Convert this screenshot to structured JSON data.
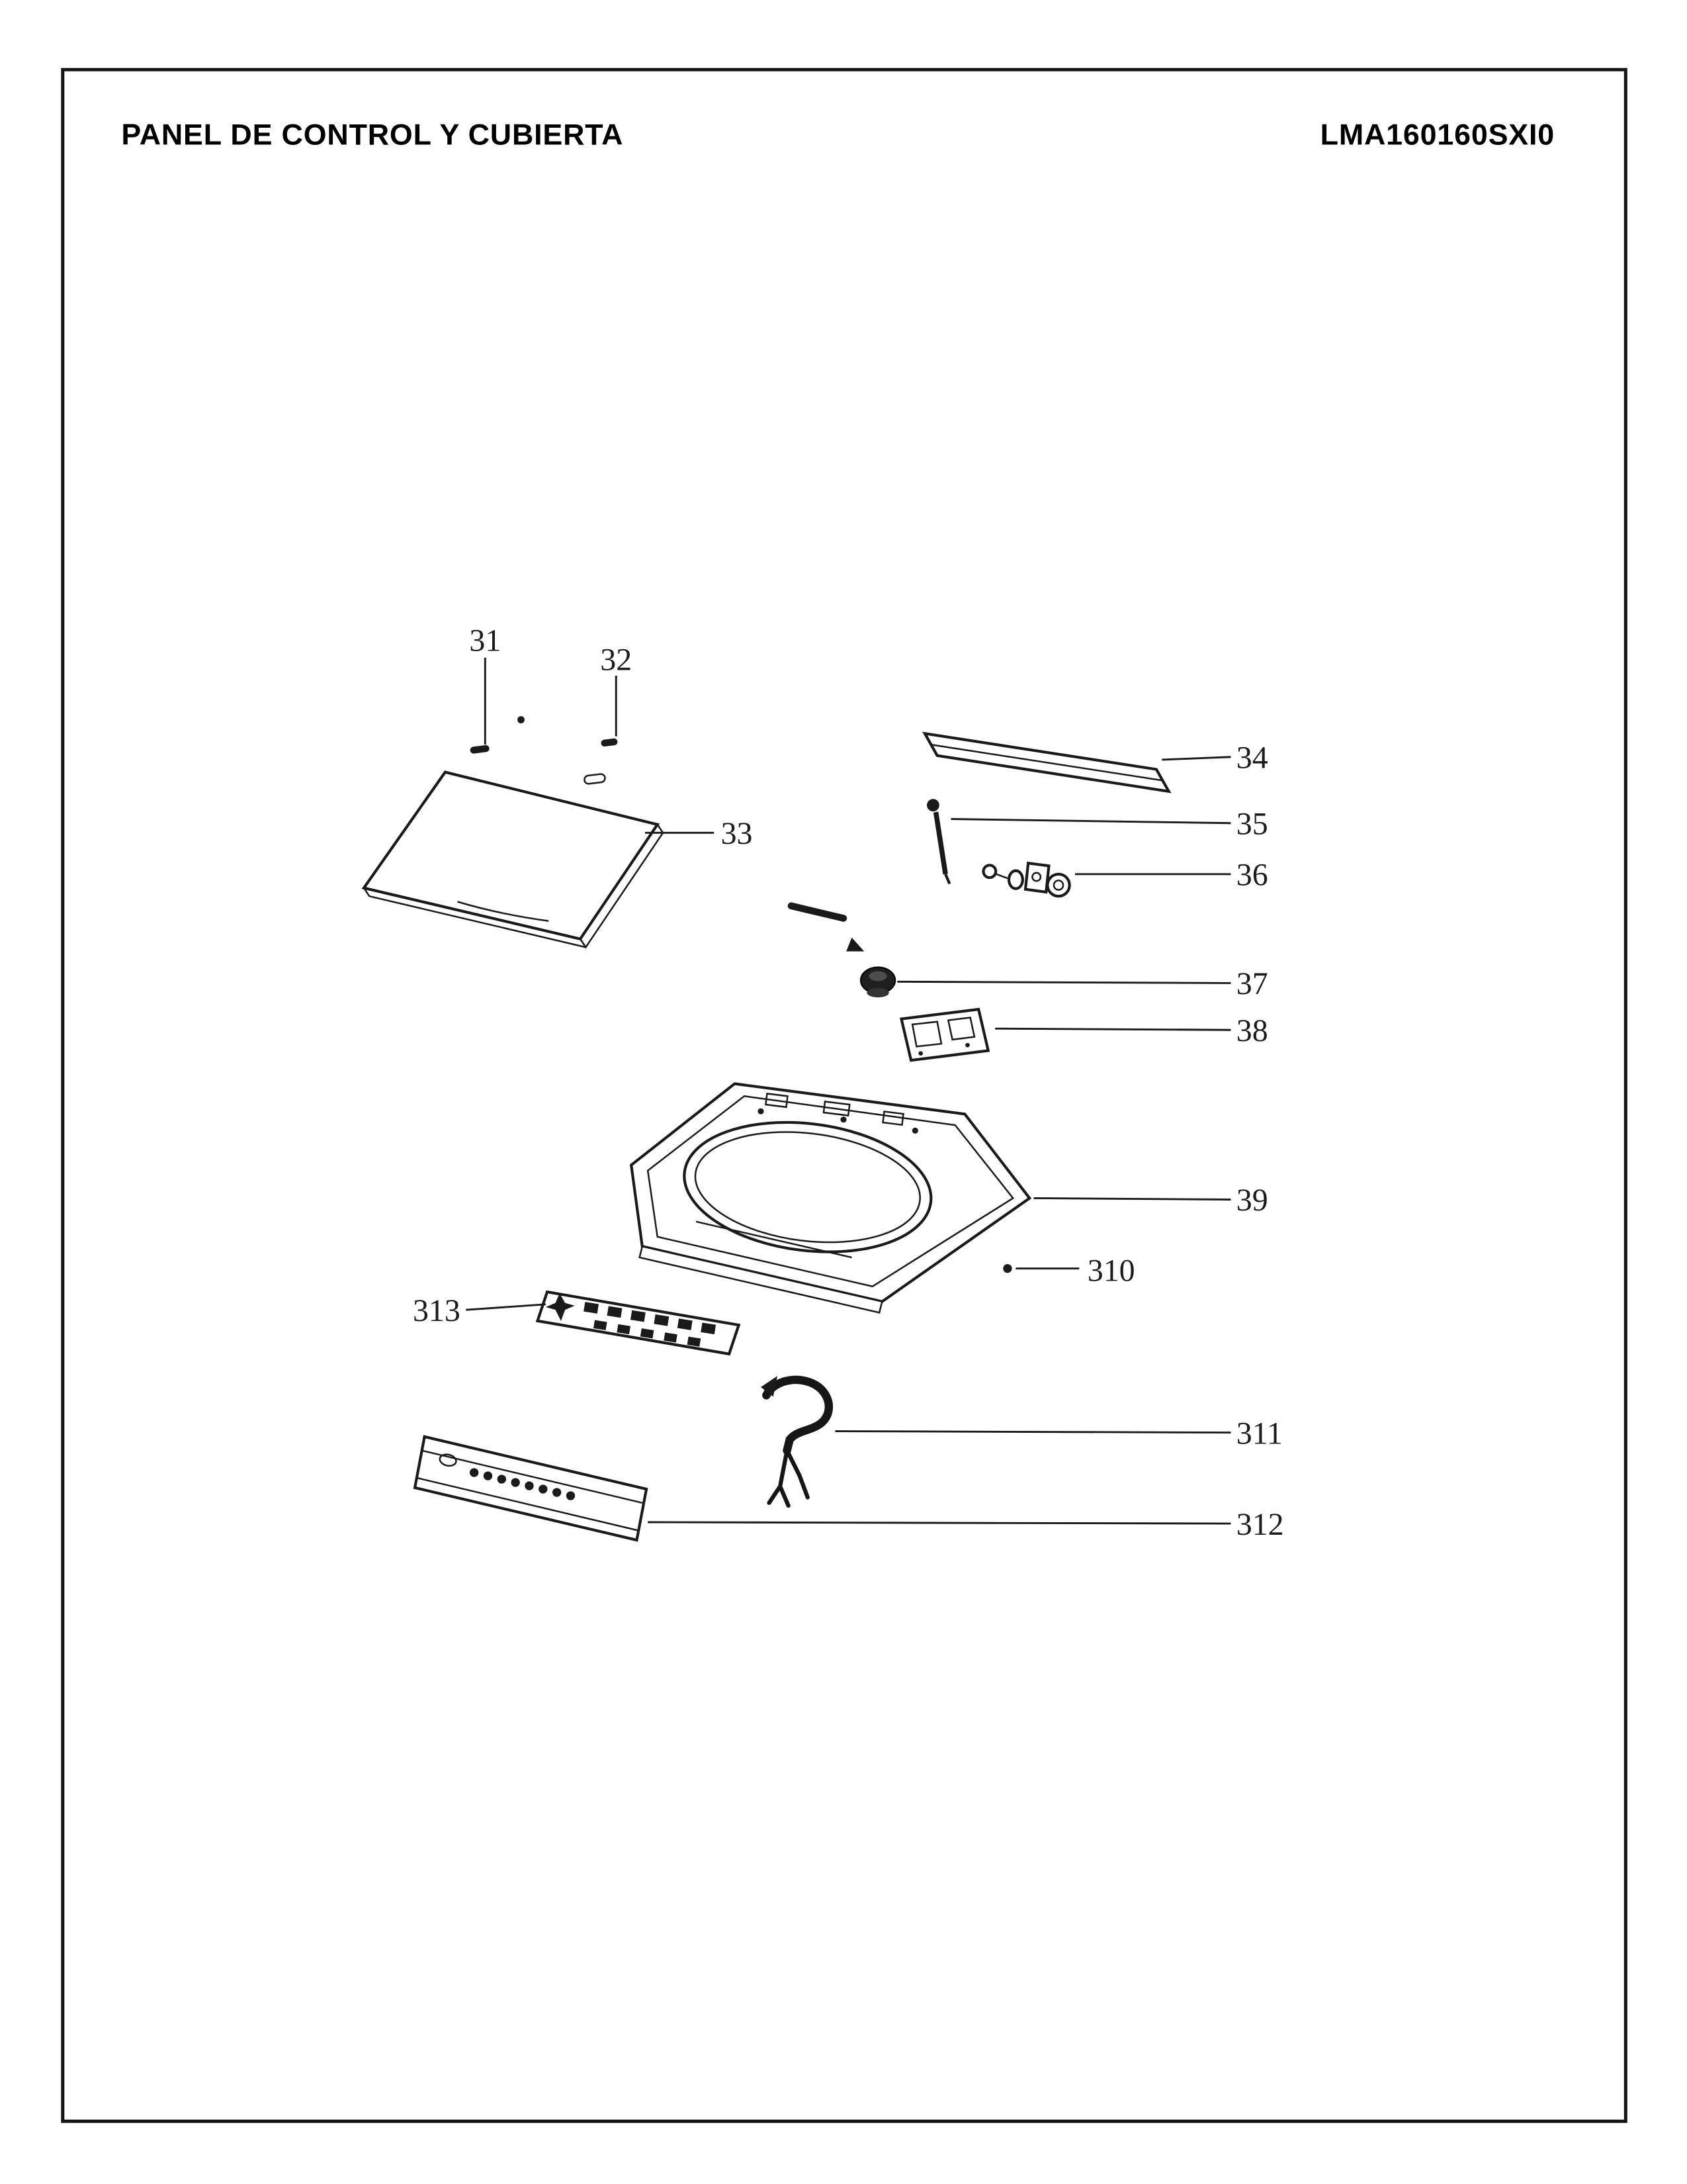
{
  "header": {
    "title": "PANEL DE CONTROL Y CUBIERTA",
    "model": "LMA160160SXI0"
  },
  "callouts": {
    "c31": "31",
    "c32": "32",
    "c33": "33",
    "c34": "34",
    "c35": "35",
    "c36": "36",
    "c37": "37",
    "c38": "38",
    "c39": "39",
    "c310": "310",
    "c311": "311",
    "c312": "312",
    "c313": "313"
  }
}
